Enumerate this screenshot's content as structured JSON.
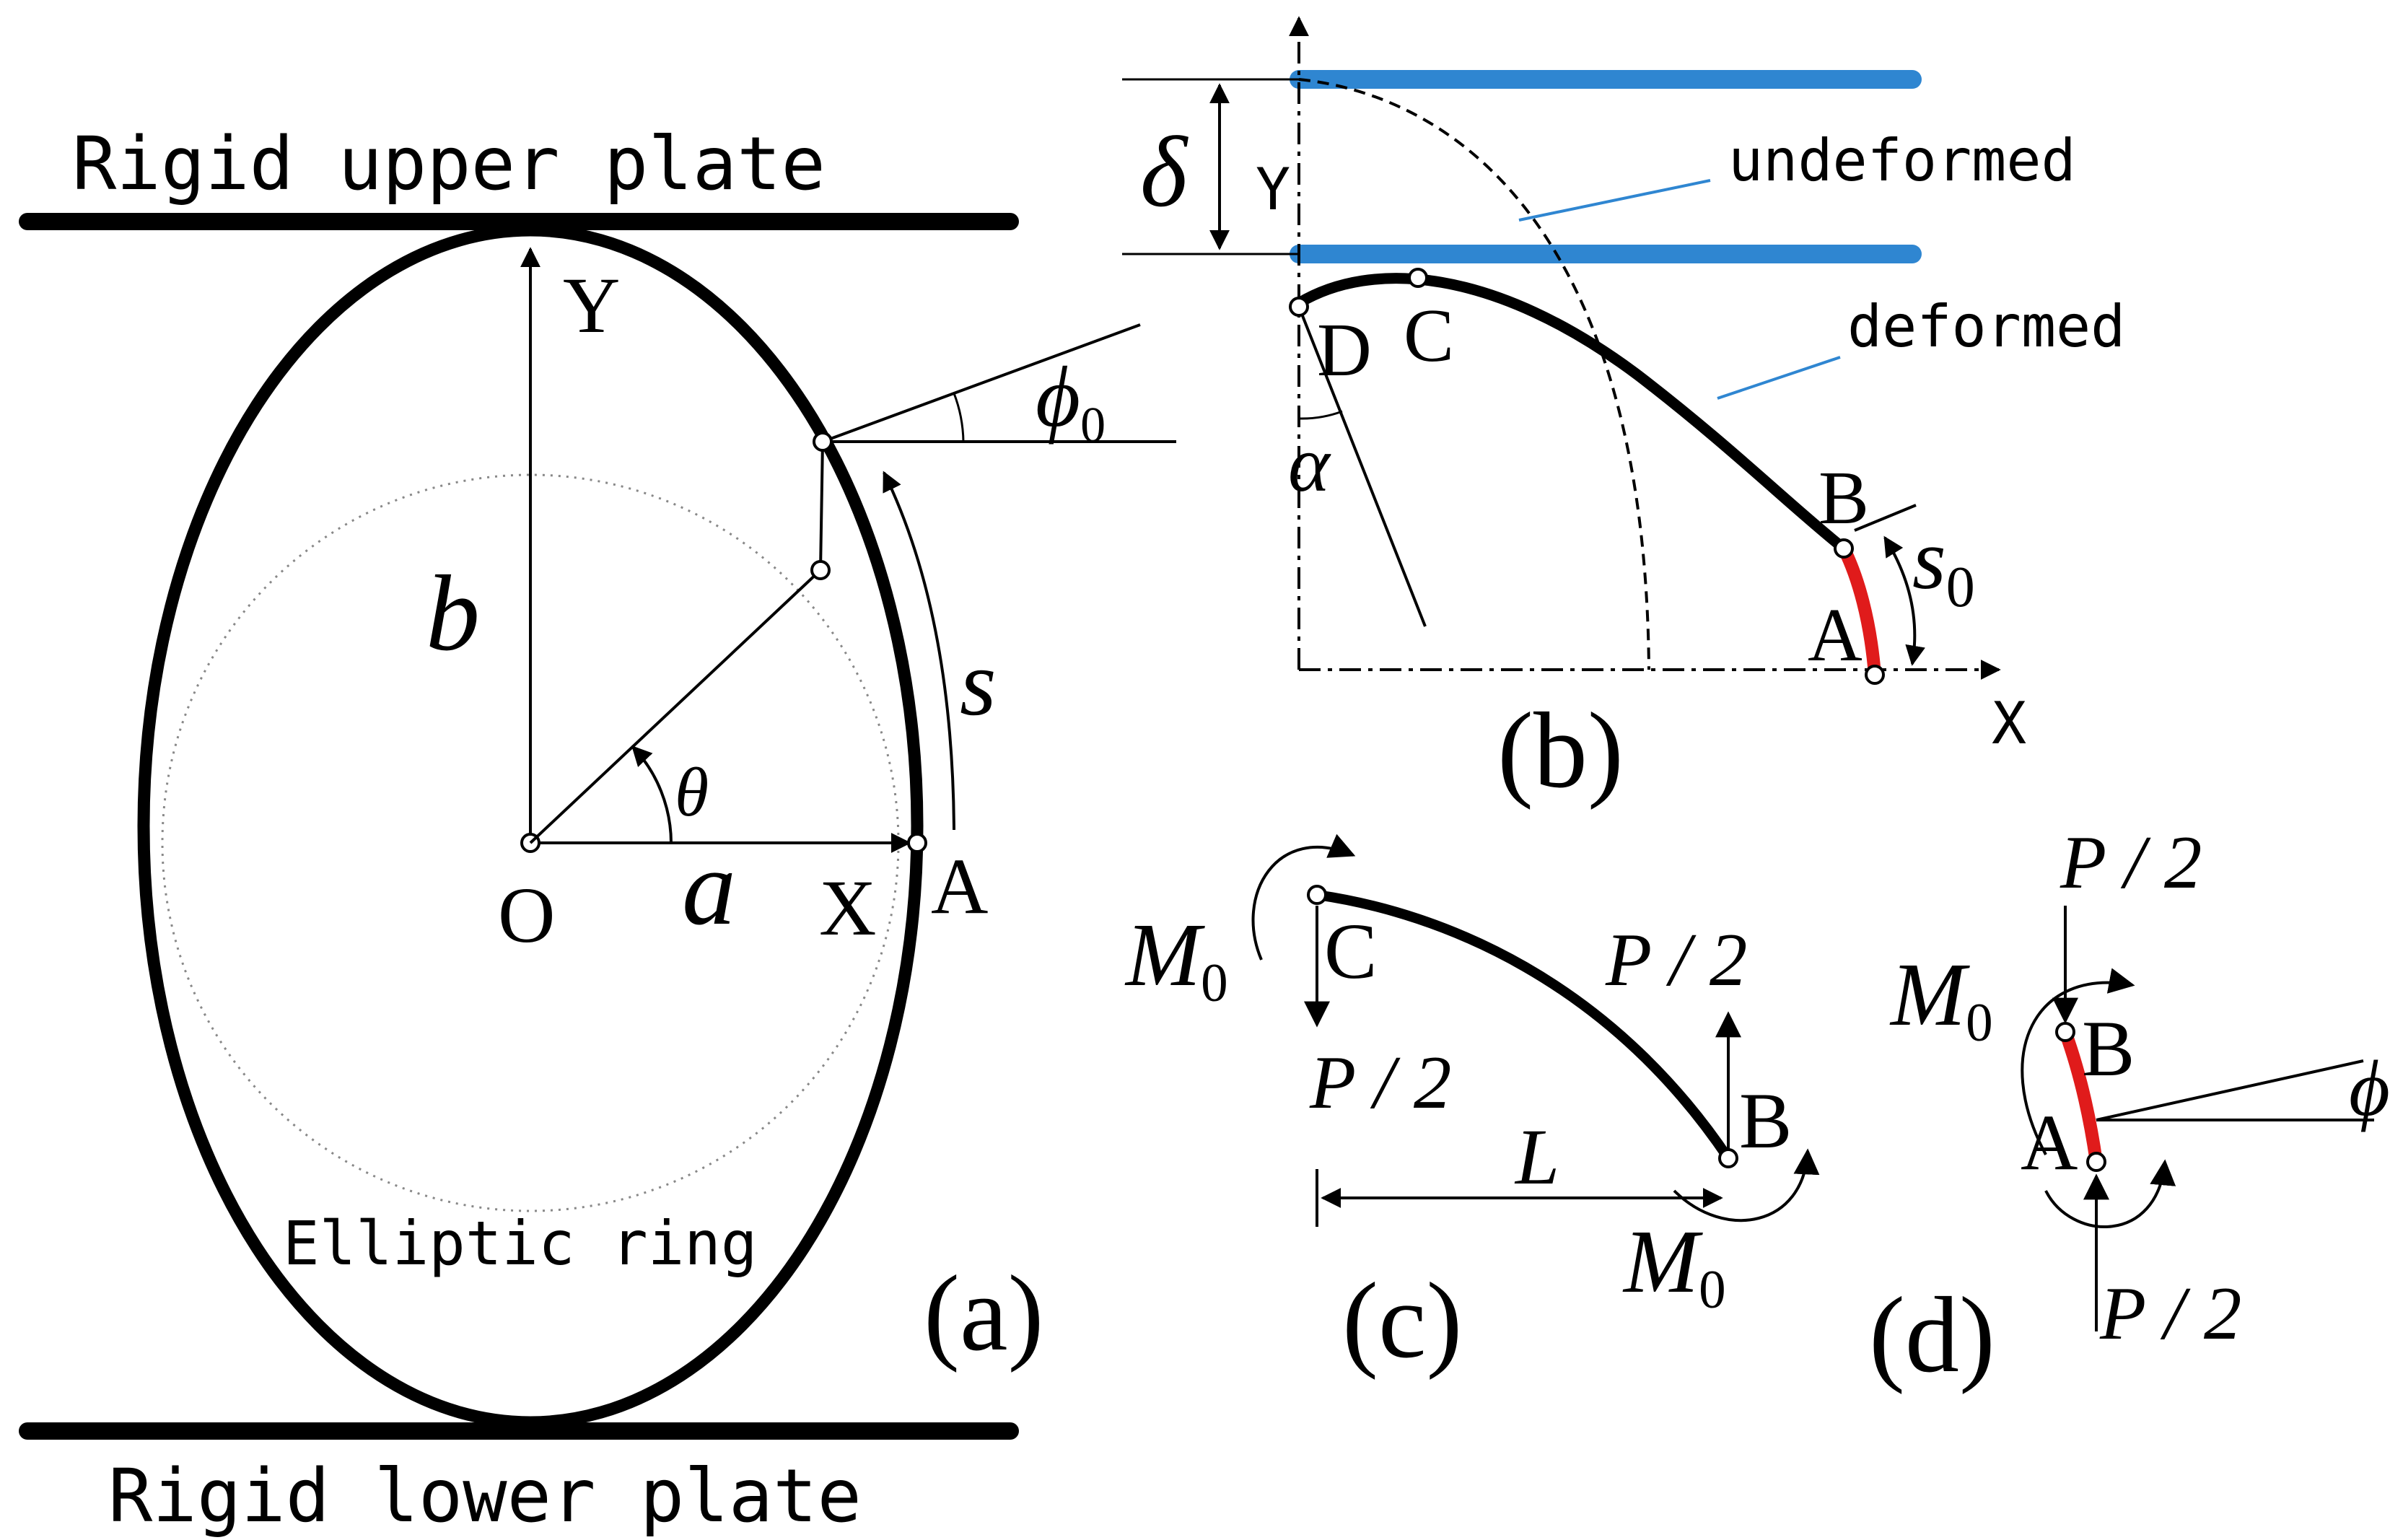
{
  "panel_a": {
    "caption": "(a)",
    "upper_plate_label": "Rigid upper plate",
    "lower_plate_label": "Rigid lower plate",
    "ring_label": "Elliptic ring",
    "origin_label": "O",
    "x_axis_label": "X",
    "y_axis_label": "Y",
    "point_a_label": "A",
    "semi_axis_a": "a",
    "semi_axis_b": "b",
    "theta_label": "θ",
    "arc_length_label": "s",
    "phi_symbol": "ϕ",
    "phi_subscript": "0"
  },
  "panel_b": {
    "caption": "(b)",
    "delta_label": "δ",
    "y_axis_label": "Y",
    "x_axis_label": "X",
    "undeformed_label": "undeformed",
    "deformed_label": "deformed",
    "point_d_label": "D",
    "point_c_label": "C",
    "point_b_label": "B",
    "point_a_label": "A",
    "alpha_label": "α",
    "s0_symbol": "s",
    "s0_subscript": "0"
  },
  "panel_c": {
    "caption": "(c)",
    "moment_symbol": "M",
    "moment_subscript": "0",
    "point_c_label": "C",
    "point_b_label": "B",
    "force_label": "P / 2",
    "length_label": "L"
  },
  "panel_d": {
    "caption": "(d)",
    "moment_symbol": "M",
    "moment_subscript": "0",
    "point_b_label": "B",
    "point_a_label": "A",
    "force_label": "P / 2",
    "phi_label": "ϕ"
  },
  "colors": {
    "ink": "#000000",
    "plate_blue": "#2f86d1",
    "leader_blue": "#2f86d1",
    "segment_red": "#e01b1b"
  }
}
